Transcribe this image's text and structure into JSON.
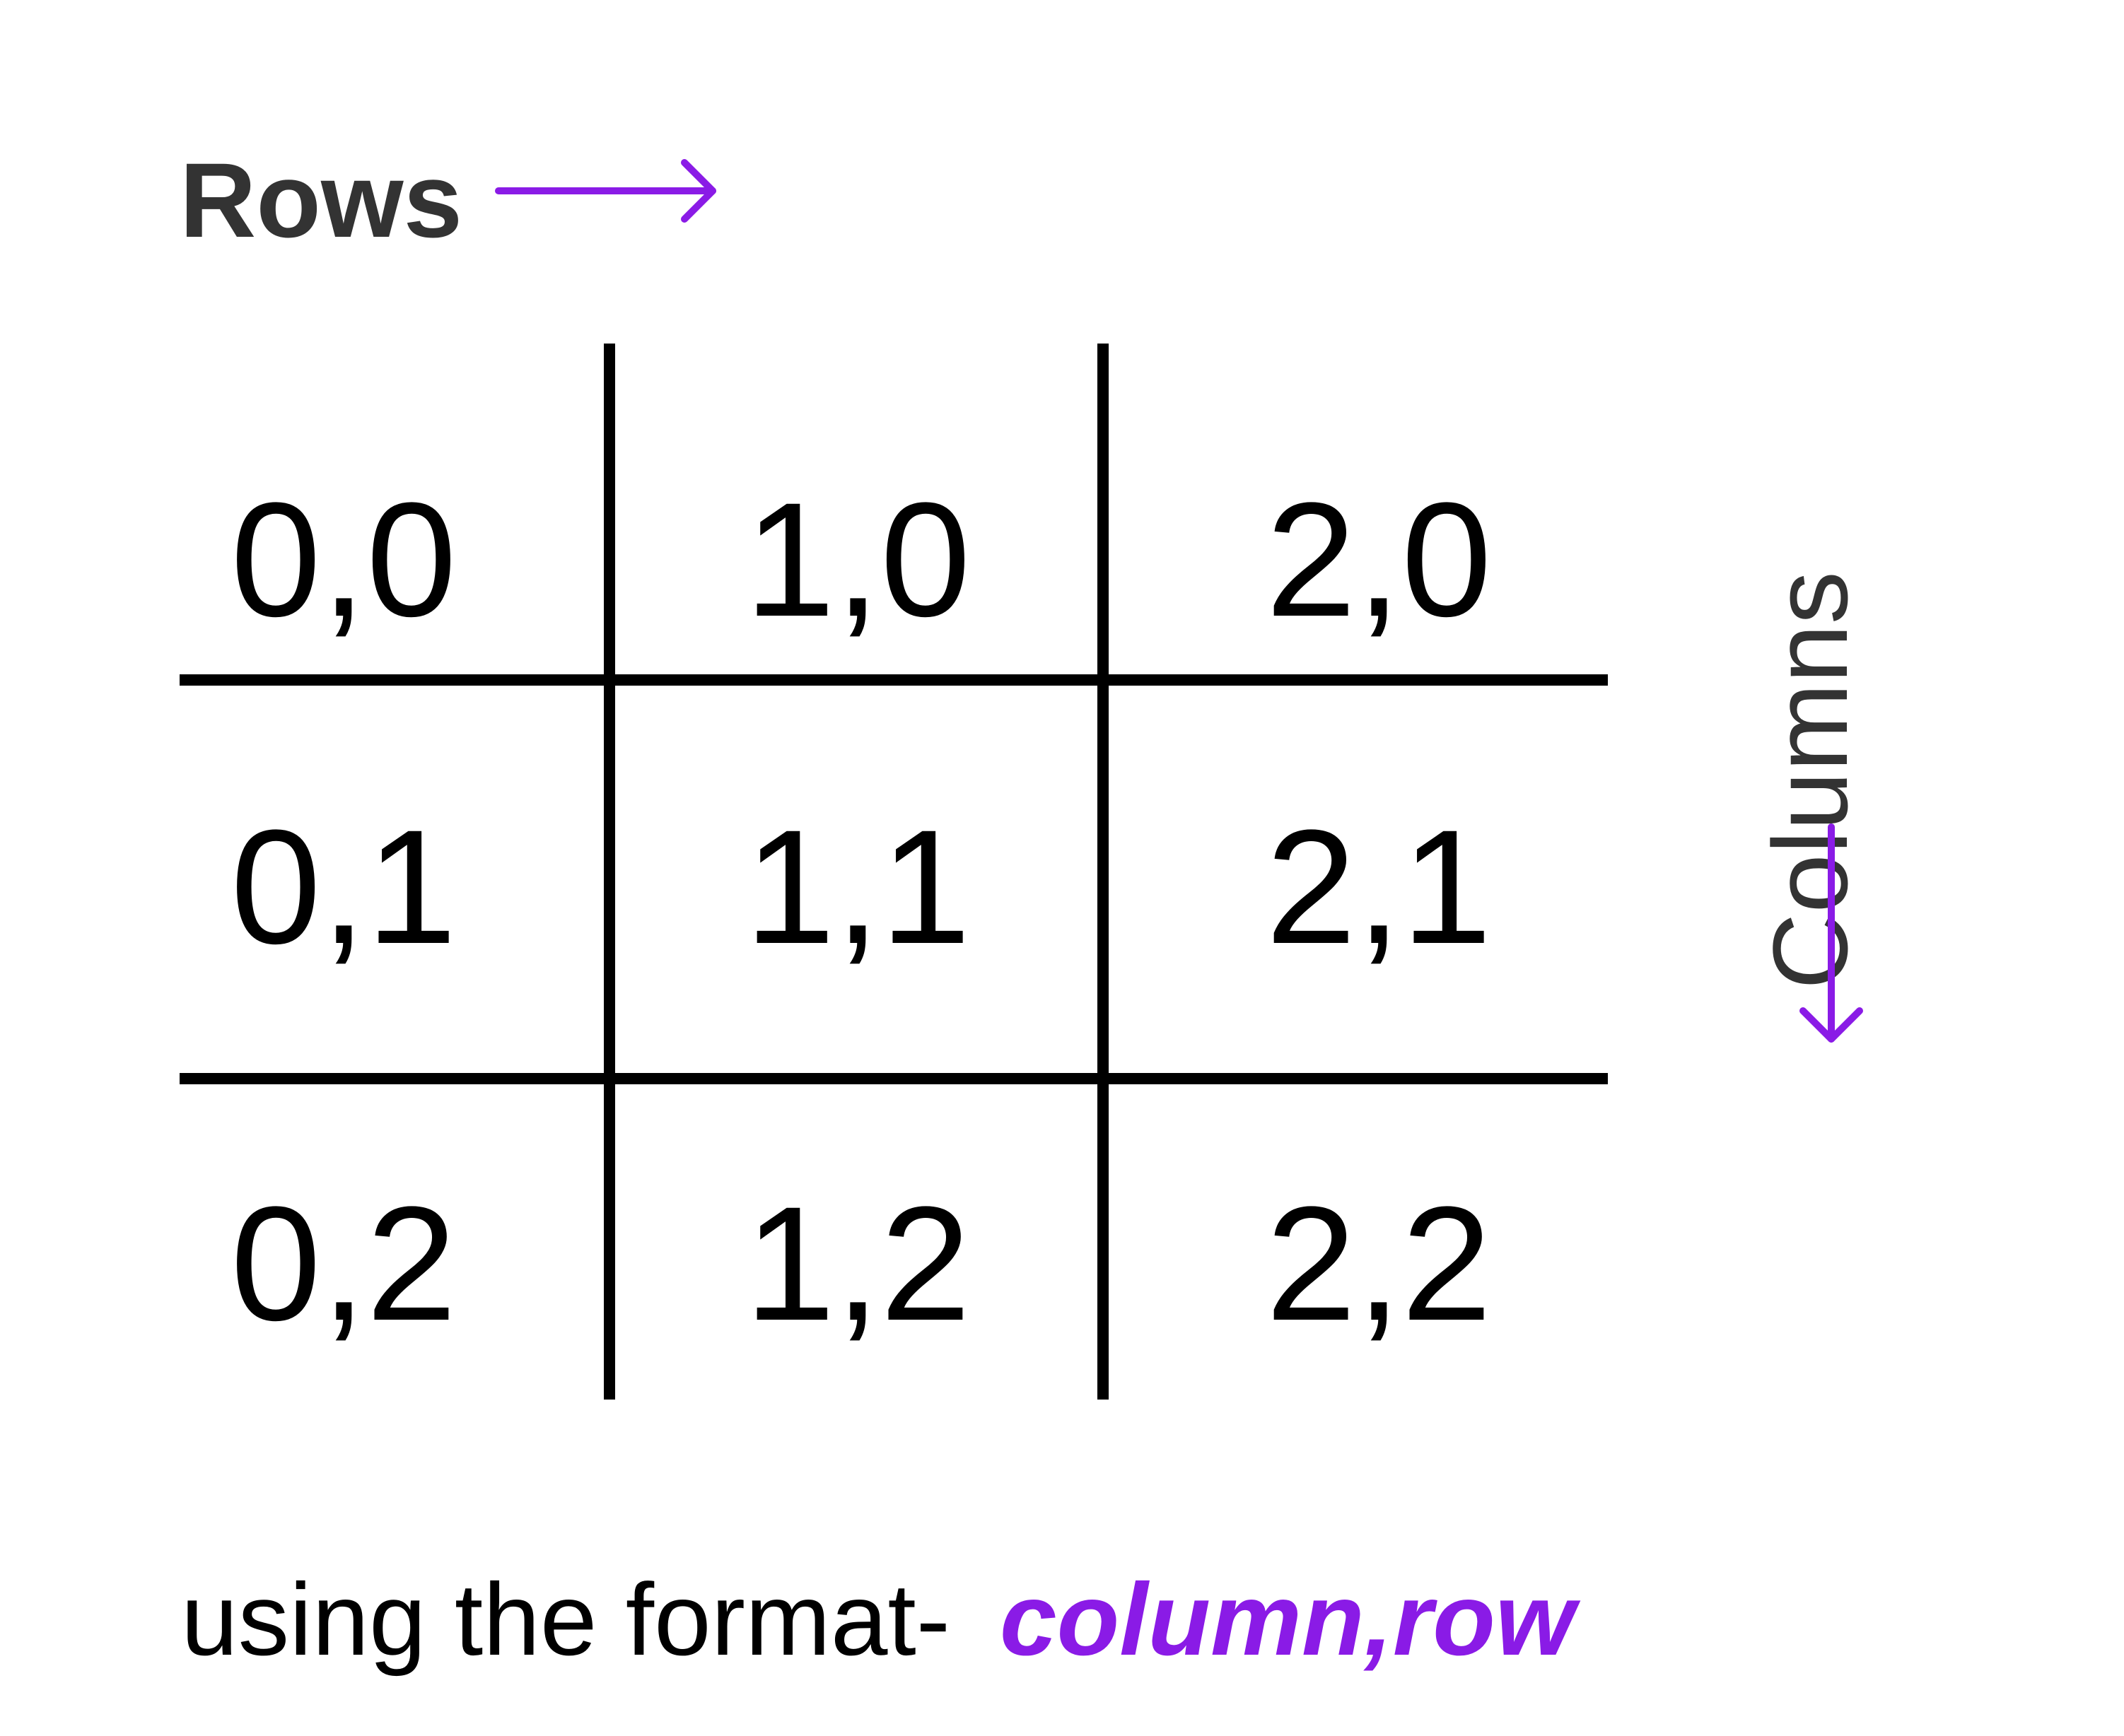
{
  "labels": {
    "rows": "Rows",
    "columns": "Columns"
  },
  "grid": {
    "cells": [
      [
        "0,0",
        "1,0",
        "2,0"
      ],
      [
        "0,1",
        "1,1",
        "2,1"
      ],
      [
        "0,2",
        "1,2",
        "2,2"
      ]
    ]
  },
  "footer": {
    "prefix": "using the format-",
    "format": "column,row"
  },
  "colors": {
    "accent": "#8a1be6",
    "label_text": "#333333",
    "grid_line": "#000000",
    "cell_text": "#000000",
    "background": "#ffffff"
  },
  "icons": {
    "rows_arrow": "right-arrow-icon",
    "columns_arrow": "down-arrow-icon"
  }
}
